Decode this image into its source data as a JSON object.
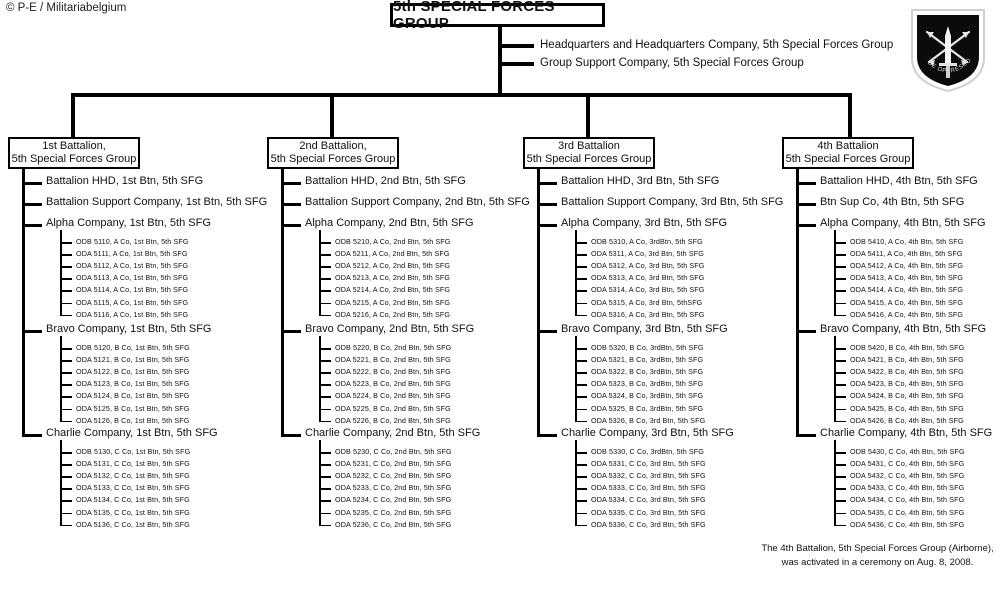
{
  "copyright": "© P-E / Militariabelgium",
  "root": {
    "title": "5th SPECIAL FORCES GROUP",
    "staff": [
      "Headquarters and Headquarters Company,  5th Special Forces Group",
      "Group Support Company,  5th Special Forces Group"
    ]
  },
  "crest": {
    "name": "special-forces-crest",
    "motto": "DE OPPRESSO LIBER",
    "field_color": "#0b0b0b",
    "border_color": "#cfcfcf"
  },
  "footnote": "The 4th Battalion, 5th Special Forces Group (Airborne),\nwas activated in a ceremony on Aug. 8, 2008.",
  "battalions": [
    {
      "box_line1": "1st Battalion,",
      "box_line2": "5th Special Forces Group",
      "staff": [
        "Battalion HHD, 1st Btn, 5th SFG",
        "Battalion  Support Company, 1st Btn, 5th SFG"
      ],
      "companies": [
        {
          "label": "Alpha Company, 1st Btn, 5th SFG",
          "teams": [
            "ODB 5110, A Co, 1st Btn, 5th SFG",
            "ODA 5111, A Co, 1st Btn, 5th SFG",
            "ODA 5112, A Co, 1st Btn, 5th SFG",
            "ODA 5113, A Co, 1st Btn, 5th SFG",
            "ODA 5114, A Co, 1st Btn, 5th SFG",
            "ODA 5115, A Co, 1st Btn, 5th SFG",
            "ODA 5116, A Co, 1st Btn, 5th SFG"
          ]
        },
        {
          "label": "Bravo Company, 1st Btn, 5th SFG",
          "teams": [
            "ODB 5120, B Co, 1st Btn, 5th SFG",
            "ODA 5121, B Co, 1st Btn, 5th SFG",
            "ODA 5122, B Co, 1st Btn, 5th SFG",
            "ODA 5123, B Co, 1st Btn, 5th SFG",
            "ODA 5124, B Co, 1st Btn, 5th SFG",
            "ODA 5125, B Co, 1st Btn, 5th SFG",
            "ODA 5126, B Co, 1st Btn, 5th SFG"
          ]
        },
        {
          "label": "Charlie Company, 1st Btn, 5th SFG",
          "teams": [
            "ODB 5130, C Co, 1st Btn, 5th SFG",
            "ODA 5131, C Co, 1st Btn, 5th SFG",
            "ODA 5132, C Co, 1st Btn, 5th SFG",
            "ODA 5133, C Co, 1st Btn, 5th SFG",
            "ODA 5134, C Co, 1st Btn, 5th SFG",
            "ODA 5135, C Co, 1st Btn, 5th SFG",
            "ODA 5136, C Co, 1st Btn, 5th SFG"
          ]
        }
      ]
    },
    {
      "box_line1": "2nd Battalion,",
      "box_line2": "5th Special Forces Group",
      "staff": [
        "Battalion HHD, 2nd Btn, 5th SFG",
        "Battalion  Support Company, 2nd Btn, 5th SFG"
      ],
      "companies": [
        {
          "label": "Alpha Company, 2nd Btn, 5th SFG",
          "teams": [
            "ODB 5210, A Co, 2nd Btn,  5th SFG",
            "ODA 5211, A Co, 2nd Btn,  5th SFG",
            "ODA 5212, A Co, 2nd Btn,  5th SFG",
            "ODA 5213, A Co, 2nd Btn,  5th SFG",
            "ODA 5214, A Co, 2nd Btn,  5th SFG",
            "ODA 5215, A Co, 2nd Btn,  5th SFG",
            "ODA 5216, A Co, 2nd Btn,  5th SFG"
          ]
        },
        {
          "label": "Bravo Company, 2nd Btn, 5th SFG",
          "teams": [
            "ODB 5220, B Co, 2nd Btn, 5th SFG",
            "ODA 5221, B Co, 2nd Btn, 5th SFG",
            "ODA 5222, B Co, 2nd Btn, 5th SFG",
            "ODA 5223, B Co, 2nd Btn, 5th SFG",
            "ODA 5224, B Co, 2nd Btn, 5th SFG",
            "ODA 5225, B Co, 2nd Btn, 5th SFG",
            "ODA 5226, B Co, 2nd Btn, 5th SFG"
          ]
        },
        {
          "label": "Charlie Company, 2nd Btn, 5th SFG",
          "teams": [
            "ODB 5230, C Co, 2nd Btn, 5th SFG",
            "ODA 5231, C Co, 2nd Btn, 5th SFG",
            "ODA 5232, C Co, 2nd Btn, 5th SFG",
            "ODA 5233, C Co, 2nd Btn, 5th SFG",
            "ODA 5234, C Co, 2nd Btn, 5th SFG",
            "ODA 5235, C Co, 2nd Btn, 5th SFG",
            "ODA 5236, C Co, 2nd Btn, 5th SFG"
          ]
        }
      ]
    },
    {
      "box_line1": "3rd Battalion",
      "box_line2": "5th Special Forces Group",
      "staff": [
        "Battalion HHD,  3rd Btn, 5th SFG",
        "Battalion  Support Company, 3rd Btn,  5th SFG"
      ],
      "companies": [
        {
          "label": "Alpha Company, 3rd Btn, 5th SFG",
          "teams": [
            "ODB 5310, A Co, 3rdBtn, 5th SFG",
            "ODA 5311, A Co, 3rd Btn, 5th SFG",
            "ODA 5312, A Co, 3rd Btn, 5th SFG",
            "ODA 5313, A Co, 3rd Btn, 5th SFG",
            "ODA 5314, A Co, 3rd Btn, 5th SFG",
            "ODA 5315, A Co, 3rd Btn, 5thSFG",
            "ODA 5316, A Co, 3rd Btn, 5th SFG"
          ]
        },
        {
          "label": "Bravo Company, 3rd Btn, 5th SFG",
          "teams": [
            "ODB 5320, B Co, 3rdBtn, 5th SFG",
            "ODA 5321, B Co, 3rdBtn, 5th SFG",
            "ODA 5322, B Co, 3rdBtn, 5th SFG",
            "ODA 5323, B Co, 3rdBtn, 5th SFG",
            "ODA 5324, B Co, 3rdBtn, 5th SFG",
            "ODA 5325, B Co, 3rdBtn, 5th SFG",
            "ODA 5326, B Co, 3rd Btn, 5th SFG"
          ]
        },
        {
          "label": "Charlie Company, 3rd Btn, 5th SFG",
          "teams": [
            "ODB 5330, C Co, 3rdBtn, 5th SFG",
            "ODA 5331, C Co, 3rd Btn, 5th SFG",
            "ODA 5332, C Co, 3rd Btn, 5th SFG",
            "ODA 5333, C Co, 3rd Btn, 5th SFG",
            "ODA 5334, C Co, 3rd Btn, 5th SFG",
            "ODA 5335, C Co, 3rd Btn, 5th SFG",
            "ODA 5336, C Co, 3rd Btn, 5th SFG"
          ]
        }
      ]
    },
    {
      "box_line1": "4th Battalion",
      "box_line2": "5th Special Forces Group",
      "staff": [
        "Battalion HHD, 4th Btn, 5th SFG",
        "Btn  Sup Co, 4th Btn, 5th SFG"
      ],
      "companies": [
        {
          "label": "Alpha Company, 4th Btn, 5th SFG",
          "teams": [
            "ODB 5410, A Co, 4th Btn, 5th SFG",
            "ODA 5411, A Co, 4th Btn, 5th SFG",
            "ODA 5412, A Co, 4th Btn, 5th SFG",
            "ODA 5413, A Co, 4th Btn, 5th SFG",
            "ODA 5414, A Co, 4th Btn, 5th SFG",
            "ODA 5415, A Co, 4th Btn, 5th SFG",
            "ODA 5416, A Co, 4th Btn, 5th SFG"
          ]
        },
        {
          "label": "Bravo Company, 4th Btn, 5th SFG",
          "teams": [
            "ODB 5420, B Co, 4th Btn, 5th SFG",
            "ODA 5421, B Co, 4th Btn, 5th SFG",
            "ODA 5422, B Co, 4th Btn, 5th SFG",
            "ODA 5423, B Co, 4th Btn, 5th SFG",
            "ODA 5424, B Co, 4th Btn, 5th SFG",
            "ODA 5425, B Co, 4th Btn, 5th SFG",
            "ODA 5426, B Co, 4th Btn, 5th SFG"
          ]
        },
        {
          "label": "Charlie Company, 4th Btn, 5th SFG",
          "teams": [
            "ODB 5430, C Co, 4th Btn, 5th SFG",
            "ODA 5431, C Co, 4th Btn, 5th SFG",
            "ODA 5432, C Co, 4th Btn, 5th SFG",
            "ODA 5433, C Co, 4th Btn, 5th SFG",
            "ODA 5434, C Co, 4th Btn, 5th SFG",
            "ODA 5435, C Co, 4th Btn, 5th SFG",
            "ODA 5436, C Co, 4th Btn, 5th SFG"
          ]
        }
      ]
    }
  ]
}
